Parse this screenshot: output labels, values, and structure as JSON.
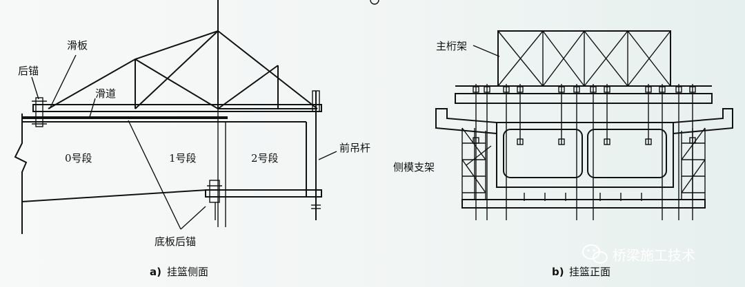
{
  "side_view": {
    "labels": {
      "slide_plate": "滑板",
      "rear_anchor": "后锚",
      "slideway": "滑道",
      "segment_0": "0号段",
      "segment_1": "1号段",
      "segment_2": "2号段",
      "front_hanger": "前吊杆",
      "bottom_rear_anchor": "底板后锚"
    },
    "caption_prefix": "a)",
    "caption": "挂篮侧面"
  },
  "front_view": {
    "labels": {
      "main_truss": "主桁架",
      "side_form_support": "侧模支架"
    },
    "caption_prefix": "b)",
    "caption": "挂篮正面"
  },
  "watermark": {
    "icon": "wechat-icon",
    "text": "桥梁施工技术"
  },
  "colors": {
    "line": "#111111",
    "watermark": "#ffffff"
  }
}
